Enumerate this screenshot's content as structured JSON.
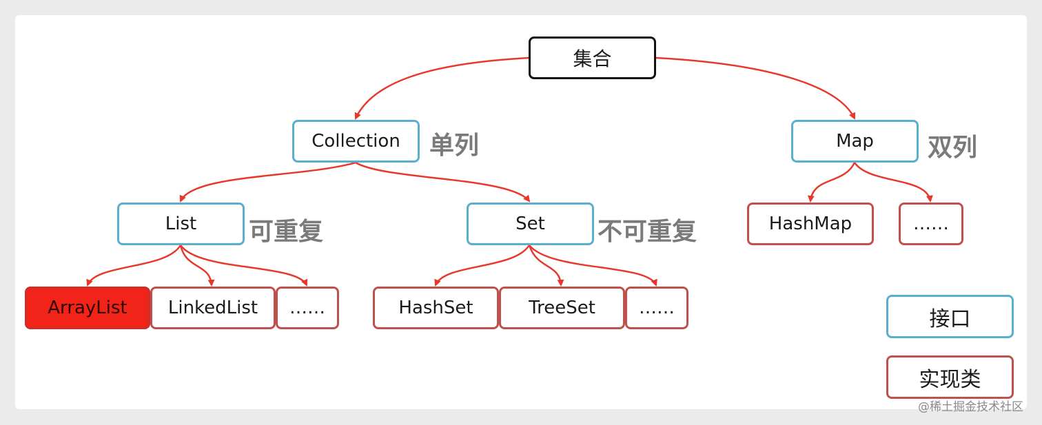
{
  "nodes": {
    "root": "集合",
    "collection": "Collection",
    "map": "Map",
    "list": "List",
    "set": "Set",
    "hashmap": "HashMap",
    "map_more": "……",
    "arraylist": "ArrayList",
    "linkedlist": "LinkedList",
    "list_more": "……",
    "hashset": "HashSet",
    "treeset": "TreeSet",
    "set_more": "……"
  },
  "notes": {
    "collection": "单列",
    "map": "双列",
    "list": "可重复",
    "set": "不可重复"
  },
  "legend": {
    "interface": "接口",
    "implementation": "实现类"
  },
  "watermark": "@稀土掘金技术社区",
  "colors": {
    "interface_border": "#5aaed0",
    "implementation_border": "#c0504d",
    "root_border": "#111111",
    "arrow": "#e8382c",
    "highlight_fill": "#f22318"
  }
}
